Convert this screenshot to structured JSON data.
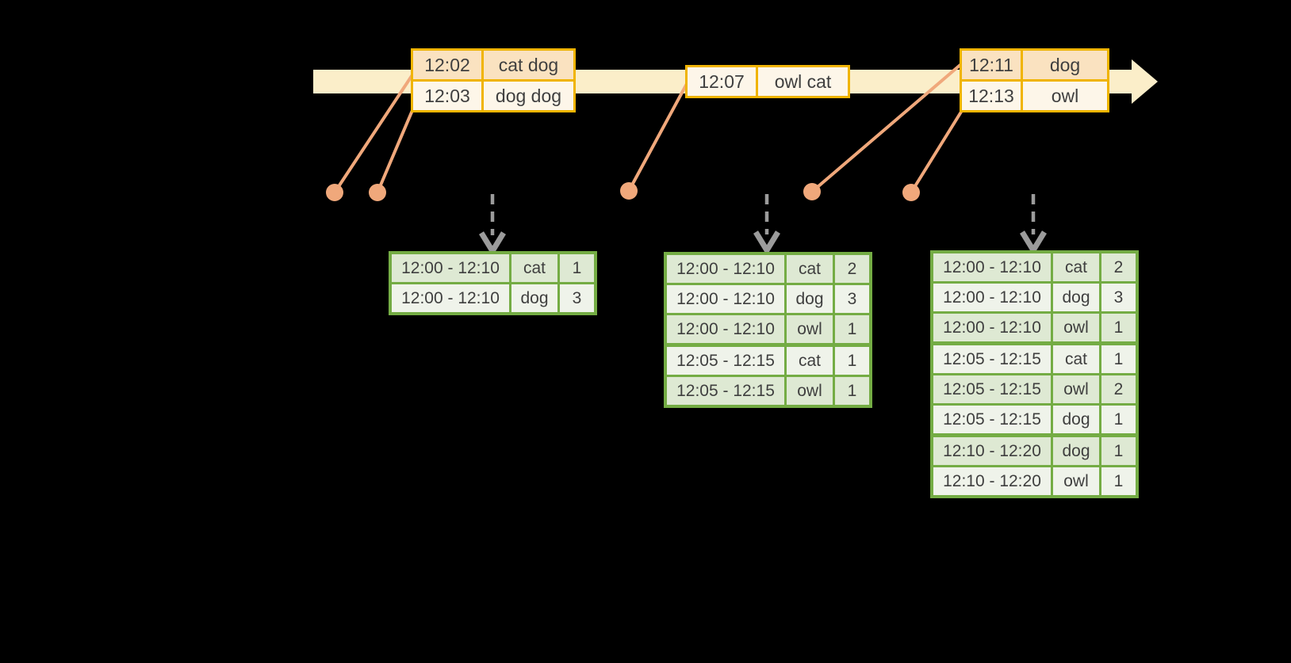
{
  "colors": {
    "background": "#000000",
    "timeline_band": "#FBEEC9",
    "event_border": "#F0B400",
    "event_row_peach_bg": "#FAE2C0",
    "event_row_cream_bg": "#FDF6E9",
    "event_text": "#3F3F3F",
    "marker": "#F0A87B",
    "trigger_arrow": "#9B9B9B",
    "table_border": "#74AC44",
    "table_row_dark_bg": "#DEE9D3",
    "table_row_light_bg": "#EFF3EA",
    "table_text": "#3F3F3F"
  },
  "icons": {
    "timeline_arrowhead": "right-pointing solid triangle (cream)",
    "event_marker": "filled salmon circle with connector line",
    "trigger_arrow": "gray dashed vertical arrow with chevron head"
  },
  "timeline": {
    "events": [
      {
        "time": "12:02",
        "words": "cat dog"
      },
      {
        "time": "12:03",
        "words": "dog dog"
      },
      {
        "time": "12:07",
        "words": "owl cat"
      },
      {
        "time": "12:11",
        "words": "dog"
      },
      {
        "time": "12:13",
        "words": "owl"
      }
    ]
  },
  "result_tables": [
    {
      "rows": [
        {
          "window": "12:00 - 12:10",
          "word": "cat",
          "count": "1"
        },
        {
          "window": "12:00 - 12:10",
          "word": "dog",
          "count": "3"
        }
      ]
    },
    {
      "rows": [
        {
          "window": "12:00 - 12:10",
          "word": "cat",
          "count": "2"
        },
        {
          "window": "12:00 - 12:10",
          "word": "dog",
          "count": "3"
        },
        {
          "window": "12:00 - 12:10",
          "word": "owl",
          "count": "1"
        },
        {
          "window": "12:05 - 12:15",
          "word": "cat",
          "count": "1"
        },
        {
          "window": "12:05 - 12:15",
          "word": "owl",
          "count": "1"
        }
      ]
    },
    {
      "rows": [
        {
          "window": "12:00 - 12:10",
          "word": "cat",
          "count": "2"
        },
        {
          "window": "12:00 - 12:10",
          "word": "dog",
          "count": "3"
        },
        {
          "window": "12:00 - 12:10",
          "word": "owl",
          "count": "1"
        },
        {
          "window": "12:05 - 12:15",
          "word": "cat",
          "count": "1"
        },
        {
          "window": "12:05 - 12:15",
          "word": "owl",
          "count": "2"
        },
        {
          "window": "12:05 - 12:15",
          "word": "dog",
          "count": "1"
        },
        {
          "window": "12:10 - 12:20",
          "word": "dog",
          "count": "1"
        },
        {
          "window": "12:10 - 12:20",
          "word": "owl",
          "count": "1"
        }
      ]
    }
  ]
}
